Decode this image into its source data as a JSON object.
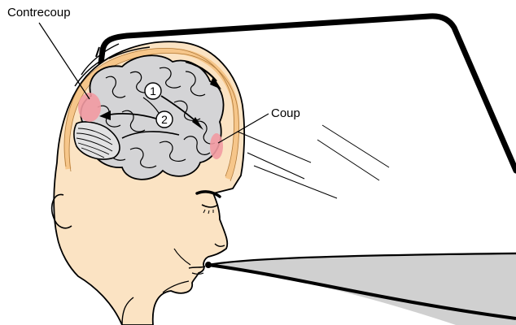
{
  "labels": {
    "contrecoup": "Contrecoup",
    "coup": "Coup",
    "step_1": "1",
    "step_2": "2"
  },
  "colors": {
    "skin": "#fbe3c3",
    "skull": "#f6c68a",
    "brain": "#d4d4d6",
    "cerebellum": "#e2e2e3",
    "injury": "#f29aa2",
    "dashboard": "#d0d0d0",
    "outline": "#000000"
  }
}
